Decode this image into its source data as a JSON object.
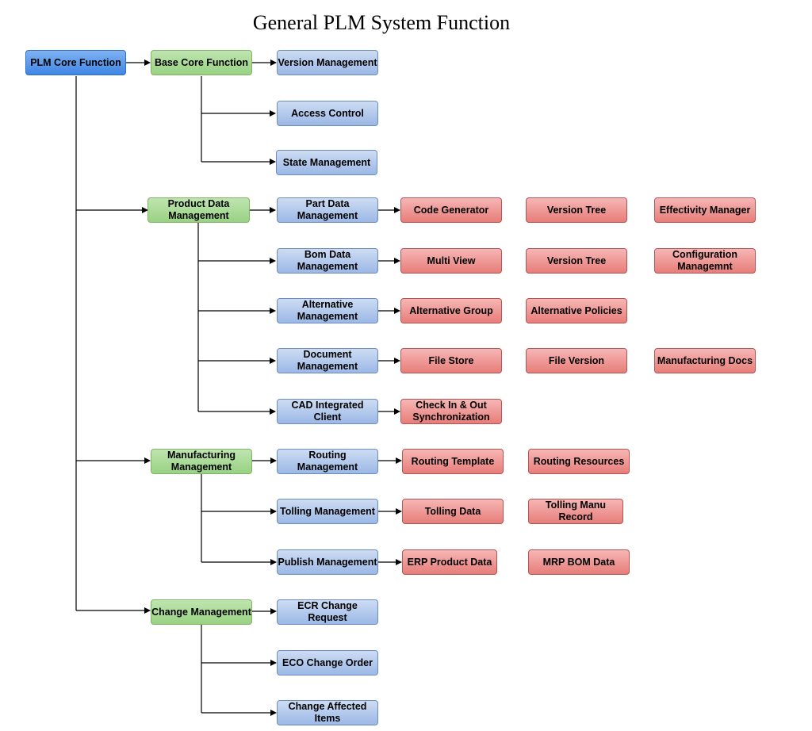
{
  "title": "General PLM System Function",
  "nodes": {
    "root": "PLM Core Function",
    "base": "Base Core Function",
    "version_mgmt": "Version Management",
    "access": "Access Control",
    "state": "State Management",
    "pdm": "Product Data\nManagement",
    "part": "Part Data Management",
    "code_gen": "Code Generator",
    "vtree1": "Version Tree",
    "effectivity": "Effectivity Manager",
    "bom": "Bom Data Management",
    "multiview": "Multi View",
    "vtree2": "Version Tree",
    "config": "Configuration\nManagemnt",
    "alt": "Alternative Management",
    "alt_group": "Alternative Group",
    "alt_policies": "Alternative Policies",
    "doc": "Document Management",
    "file_store": "File Store",
    "file_version": "File Version",
    "mfg_docs": "Manufacturing Docs",
    "cad": "CAD Integrated Client",
    "checkin": "Check In & Out\nSynchronization",
    "mfg": "Manufacturing\nManagement",
    "routing": "Routing Management",
    "routing_template": "Routing Template",
    "routing_resources": "Routing Resources",
    "tolling": "Tolling Management",
    "tolling_data": "Tolling Data",
    "tolling_record": "Tolling Manu Record",
    "publish": "Publish Management",
    "erp": "ERP Product Data",
    "mrp": "MRP BOM Data",
    "change": "Change Management",
    "ecr": "ECR Change Request",
    "eco": "ECO Change Order",
    "affected": "Change Affected Items"
  },
  "colors": {
    "root": "#4a90e2",
    "category": "#98d283",
    "function": "#a9c4eb",
    "feature": "#ea8a87",
    "connector": "#000000"
  }
}
